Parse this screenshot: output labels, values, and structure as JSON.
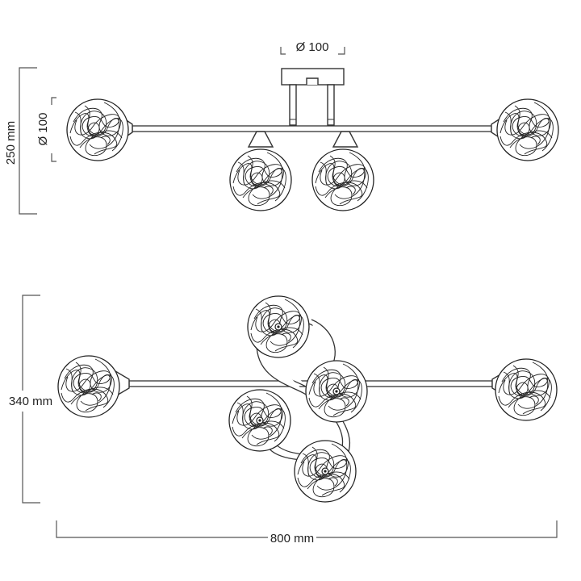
{
  "dimensions": {
    "canopy_diameter": "Ø 100",
    "globe_diameter": "Ø 100",
    "height": "250 mm",
    "depth": "340 mm",
    "width": "800 mm"
  },
  "colors": {
    "line": "#333333",
    "dimension": "#555555",
    "background": "#ffffff"
  },
  "views": [
    "side-view",
    "top-view"
  ]
}
